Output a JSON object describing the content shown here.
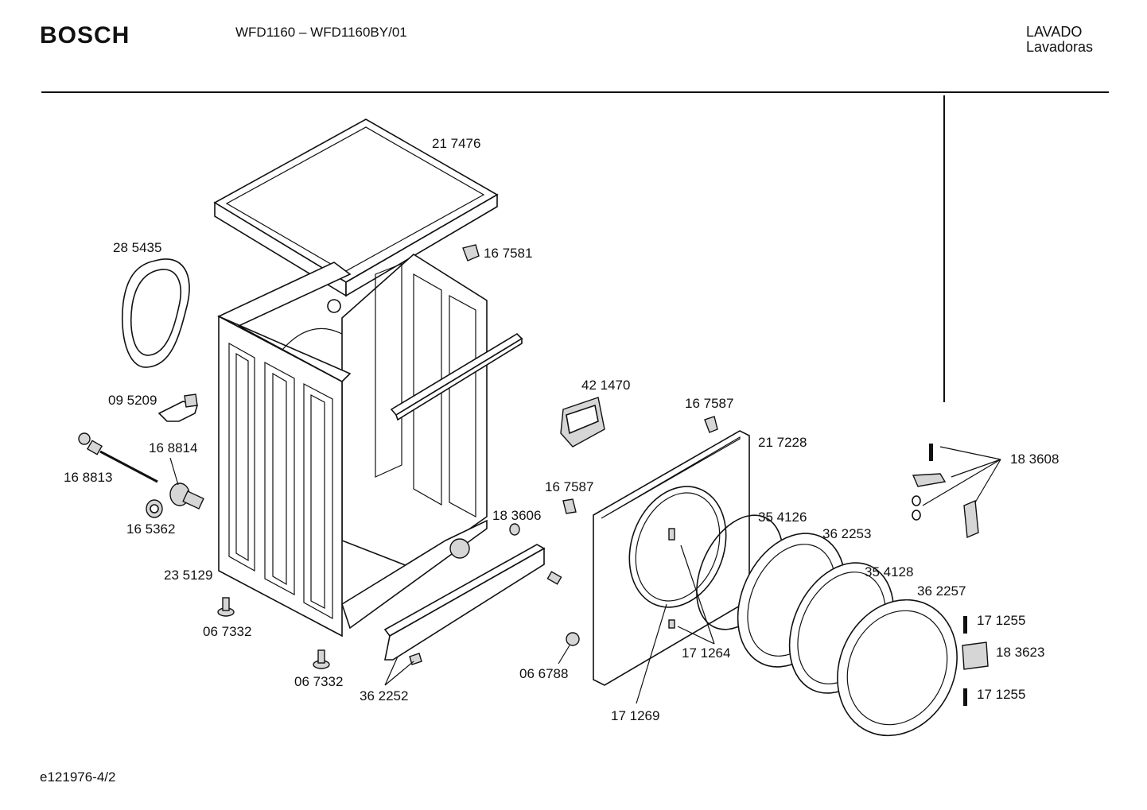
{
  "header": {
    "brand": "BOSCH",
    "model": "WFD1160 – WFD1160BY/01",
    "category_line1": "LAVADO",
    "category_line2": "Lavadoras"
  },
  "footer": {
    "doc_id": "e121976-4/2"
  },
  "parts": [
    {
      "id": "p217476",
      "label": "21 7476"
    },
    {
      "id": "p285435",
      "label": "28 5435"
    },
    {
      "id": "p167581",
      "label": "16 7581"
    },
    {
      "id": "p095209",
      "label": "09 5209"
    },
    {
      "id": "p168814",
      "label": "16 8814"
    },
    {
      "id": "p168813",
      "label": "16 8813"
    },
    {
      "id": "p165362",
      "label": "16 5362"
    },
    {
      "id": "p235129",
      "label": "23 5129"
    },
    {
      "id": "p067332a",
      "label": "06 7332"
    },
    {
      "id": "p067332b",
      "label": "06 7332"
    },
    {
      "id": "p362252",
      "label": "36 2252"
    },
    {
      "id": "p183606",
      "label": "18 3606"
    },
    {
      "id": "p421470",
      "label": "42 1470"
    },
    {
      "id": "p167587a",
      "label": "16 7587"
    },
    {
      "id": "p167587b",
      "label": "16 7587"
    },
    {
      "id": "p217228",
      "label": "21 7228"
    },
    {
      "id": "p354126",
      "label": "35 4126"
    },
    {
      "id": "p362253",
      "label": "36 2253"
    },
    {
      "id": "p354128",
      "label": "35 4128"
    },
    {
      "id": "p362257",
      "label": "36 2257"
    },
    {
      "id": "p171264",
      "label": "17 1264"
    },
    {
      "id": "p171269",
      "label": "17 1269"
    },
    {
      "id": "p066788",
      "label": "06 6788"
    },
    {
      "id": "p183608",
      "label": "18 3608"
    },
    {
      "id": "p171255a",
      "label": "17 1255"
    },
    {
      "id": "p183623",
      "label": "18 3623"
    },
    {
      "id": "p171255b",
      "label": "17 1255"
    }
  ]
}
